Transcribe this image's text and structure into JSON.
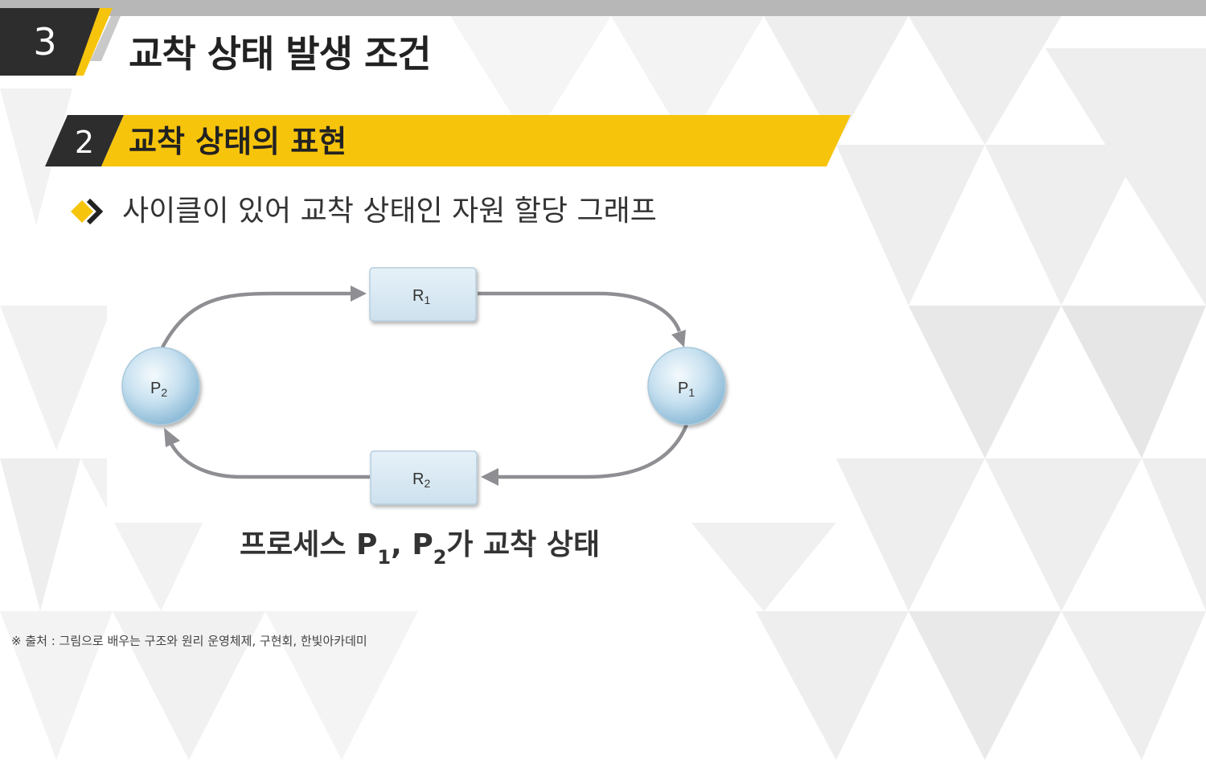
{
  "header": {
    "section_number": "3",
    "title": "교착 상태 발생 조건"
  },
  "subheader": {
    "number": "2",
    "title": "교착 상태의 표현"
  },
  "bullet": {
    "text": "사이클이 있어 교착 상태인 자원 할당 그래프"
  },
  "diagram": {
    "nodes": {
      "R1": {
        "main": "R",
        "sub": "1"
      },
      "R2": {
        "main": "R",
        "sub": "2"
      },
      "P1": {
        "main": "P",
        "sub": "1"
      },
      "P2": {
        "main": "P",
        "sub": "2"
      }
    },
    "edges": [
      {
        "from": "P2",
        "to": "R1"
      },
      {
        "from": "R1",
        "to": "P1"
      },
      {
        "from": "P1",
        "to": "R2"
      },
      {
        "from": "R2",
        "to": "P2"
      }
    ]
  },
  "caption": {
    "part1": "프로세스 P",
    "sub1": "1",
    "part2": ", P",
    "sub2": "2",
    "part3": "가 교착 상태"
  },
  "footnote": "※ 출처 : 그림으로 배우는 구조와 원리 운영체제, 구현회, 한빛아카데미",
  "colors": {
    "accent": "#f7c40c",
    "dark": "#2d2d2d",
    "top_bar": "#b7b7b7",
    "arrow": "#8e8e93",
    "process_fill": "#b8d9ec",
    "resource_fill": "#d6e8f3"
  }
}
